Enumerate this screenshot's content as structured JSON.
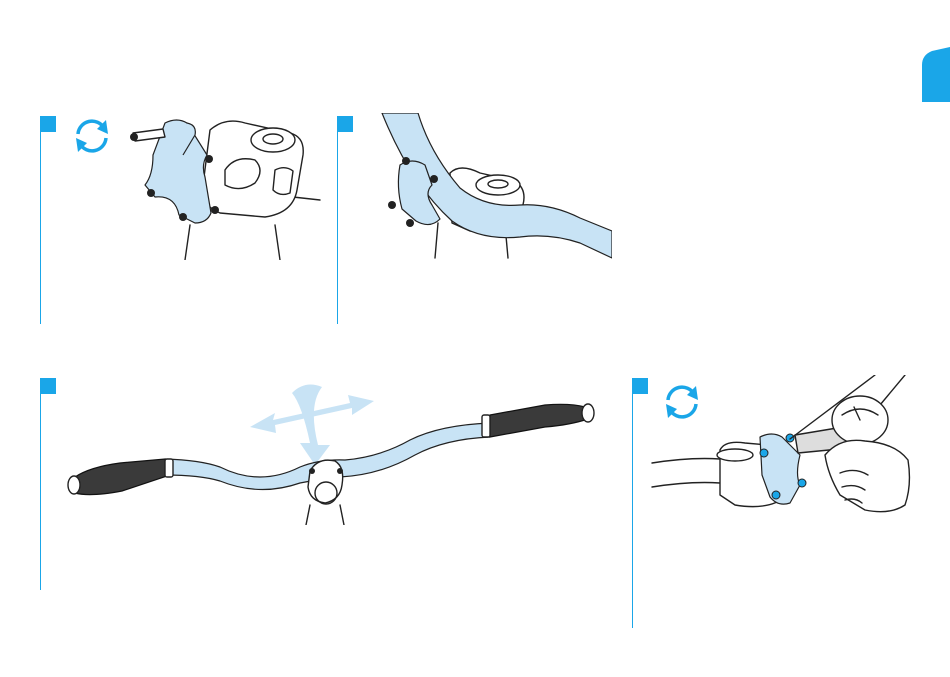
{
  "page": {
    "accent_color": "#1aa6e8",
    "illustration_color": "#c8e3f5",
    "tab_icon": "section-tab-shape"
  },
  "steps": [
    {
      "id": "step-1",
      "icon": "rotate-arrows-icon",
      "illustration": "stem-faceplate-removal"
    },
    {
      "id": "step-2",
      "icon": null,
      "illustration": "handlebar-placement"
    },
    {
      "id": "step-3",
      "icon": "adjust-direction-arrows-icon",
      "illustration": "handlebar-alignment"
    },
    {
      "id": "step-4",
      "icon": "rotate-arrows-icon",
      "illustration": "torque-wrench-tightening"
    }
  ]
}
